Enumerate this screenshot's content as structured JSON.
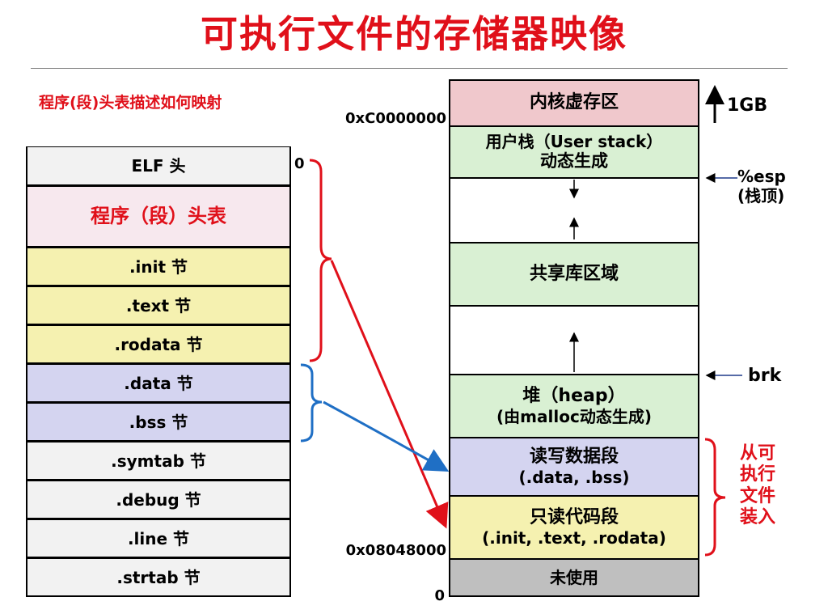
{
  "title": "可执行文件的存储器映像",
  "subtitle": "程序(段)头表描述如何映射",
  "elf_sections": [
    {
      "label": "ELF 头",
      "color": "#f2f2f2"
    },
    {
      "label": "程序（段）头表",
      "color": "#f7e8ee",
      "text_color": "#e0101a"
    },
    {
      "label": ".init 节",
      "color": "#f5f1b0"
    },
    {
      "label": ".text 节",
      "color": "#f5f1b0"
    },
    {
      "label": ".rodata 节",
      "color": "#f5f1b0"
    },
    {
      "label": ".data 节",
      "color": "#d4d4f0"
    },
    {
      "label": ".bss 节",
      "color": "#d4d4f0"
    },
    {
      "label": ".symtab 节",
      "color": "#f2f2f2"
    },
    {
      "label": ".debug 节",
      "color": "#f2f2f2"
    },
    {
      "label": ".line 节",
      "color": "#f2f2f2"
    },
    {
      "label": ".strtab 节",
      "color": "#f2f2f2"
    }
  ],
  "elf_zero_label": "0",
  "memory_regions": [
    {
      "line1": "内核虚存区",
      "line2": "",
      "color": "#f0c8cc"
    },
    {
      "line1": "用户栈（User stack）",
      "line2": "动态生成",
      "color": "#d9f0d3"
    },
    {
      "line1": "",
      "line2": "",
      "color": "#ffffff"
    },
    {
      "line1": "共享库区域",
      "line2": "",
      "color": "#d9f0d3"
    },
    {
      "line1": "",
      "line2": "",
      "color": "#ffffff"
    },
    {
      "line1": "堆（heap）",
      "line2": "(由malloc动态生成)",
      "color": "#d9f0d3"
    },
    {
      "line1": "读写数据段",
      "line2": "(.data, .bss)",
      "color": "#d4d4f0"
    },
    {
      "line1": "只读代码段",
      "line2": "(.init, .text, .rodata)",
      "color": "#f5f1b0"
    },
    {
      "line1": "未使用",
      "line2": "",
      "color": "#bfbfbf"
    }
  ],
  "addresses": {
    "kernel_start": "0xC0000000",
    "text_start": "0x08048000",
    "zero": "0"
  },
  "side_labels": {
    "one_gb": "1GB",
    "esp_line1": "%esp",
    "esp_line2": "(栈顶)",
    "brk": "brk",
    "load_note": [
      "从可",
      "执行",
      "文件",
      "装入"
    ]
  },
  "colors": {
    "red_arrow": "#e0101a",
    "blue_arrow": "#1f6fc5",
    "brace_red": "#e0101a",
    "brace_blue": "#1f6fc5"
  }
}
